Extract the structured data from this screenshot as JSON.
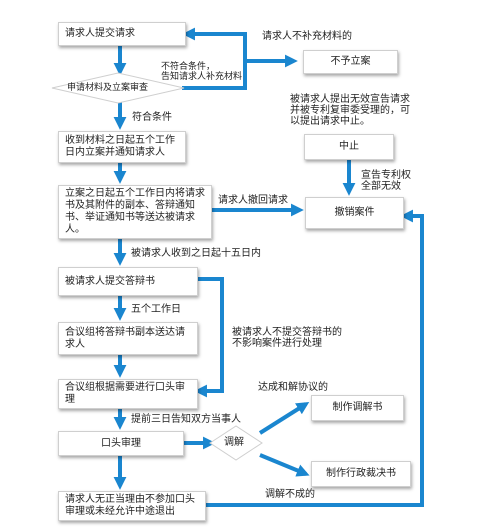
{
  "colors": {
    "arrow": "#1a86cf",
    "box_border": "#cfcfcf",
    "text": "#222222"
  },
  "boxes": {
    "submit_request": "请求人提交请求",
    "review": "申请材料及立案审查",
    "not_accept": "不予立案",
    "within_5days_notice": "收到材料之日起五个工作日内立案并通知请求人",
    "send_copies": "立案之日起五个工作日内将请求书及其附件的副本、答辩通知书、举证通知书等送达被请求人。",
    "respondent_reply": "被请求人提交答辩书",
    "forward_reply": "合议组将答辩书副本送达请求人",
    "oral_decision": "合议组根据需要进行口头审理",
    "oral_hearing": "口头审理",
    "mediation": "调解",
    "mediation_doc": "制作调解书",
    "admin_decision": "制作行政裁决书",
    "absent": "请求人无正当理由不参加口头审理或未经允许中途退出",
    "suspend": "中止",
    "revoke": "撤销案件"
  },
  "labels": {
    "no_supplement": "请求人不补充材料的",
    "not_meet": "不符合条件，\n告知请求人补充材料",
    "meet": "符合条件",
    "invalid_claim": "被请求人提出无效宣告请求\n并被专利复审委受理的，可\n以提出请求中止。",
    "patent_invalid": "宣告专利权\n全部无效",
    "withdraw": "请求人撤回请求",
    "within_15days": "被请求人收到之日起十五日内",
    "five_days": "五个工作日",
    "no_reply": "被请求人不提交答辩书的\n不影响案件进行处理",
    "agreement": "达成和解协议的",
    "three_days": "提前三日告知双方当事人",
    "failed": "调解不成的"
  }
}
